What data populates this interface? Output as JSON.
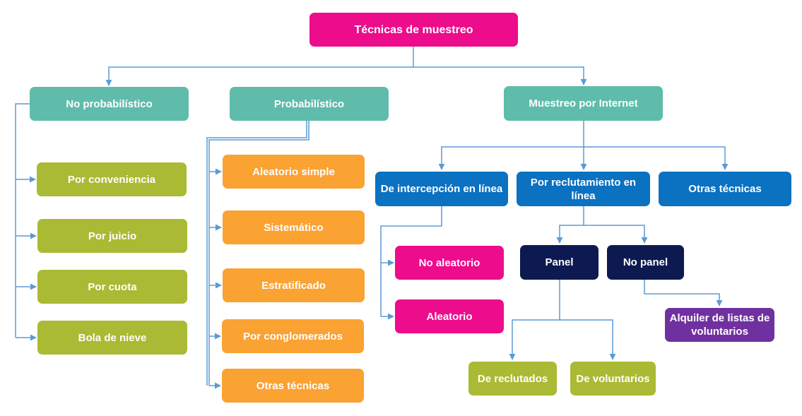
{
  "colors": {
    "root": "#EC0C8C",
    "category": "#5FBCAB",
    "non_probabilistic": "#ABBA34",
    "probabilistic": "#FAA232",
    "internet_sub": "#0B71C1",
    "dark": "#0D1951",
    "magenta": "#EC0C8C",
    "purple": "#7031A0",
    "green_leaf": "#ABBA34",
    "connector": "#5B9BD5"
  },
  "root": {
    "label": "Técnicas de muestreo"
  },
  "categories": {
    "no_probabilistico": "No probabilístico",
    "probabilistico": "Probabilístico",
    "internet": "Muestreo por Internet"
  },
  "no_probabilistico_items": [
    "Por conveniencia",
    "Por juicio",
    "Por cuota",
    "Bola de nieve"
  ],
  "probabilistico_items": [
    "Aleatorio simple",
    "Sistemático",
    "Estratificado",
    "Por conglomerados",
    "Otras técnicas"
  ],
  "internet_items": {
    "intercepcion": "De intercepción en línea",
    "reclutamiento": "Por reclutamiento en línea",
    "otras": "Otras técnicas"
  },
  "intercepcion_items": [
    "No aleatorio",
    "Aleatorio"
  ],
  "reclutamiento_items": {
    "panel": "Panel",
    "no_panel": "No panel"
  },
  "panel_items": [
    "De reclutados",
    "De voluntarios"
  ],
  "no_panel_items": [
    "Alquiler de listas de voluntarios"
  ]
}
